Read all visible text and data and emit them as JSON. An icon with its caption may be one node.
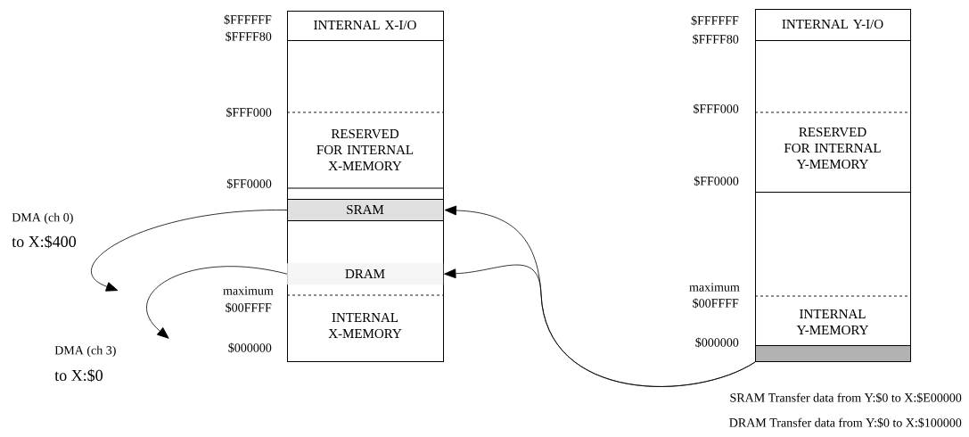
{
  "diagram": {
    "nodes": [
      {
        "text": [
          "INTERNAL X-I/O"
        ]
      },
      {
        "text": [
          "RESERVED FOR INTERNAL X-MEMORY"
        ]
      },
      {
        "text": [
          "SRAM"
        ]
      },
      {
        "text": [
          "INTERNAL X-MEMORY"
        ]
      },
      {
        "text": [
          "DRAM"
        ],
        "in": 3
      },
      {
        "text": [
          "INTERNAL Y-I/O"
        ]
      },
      {
        "text": [
          "RESERVED FOR INTERNAL Y-MEMORY"
        ]
      },
      {
        "text": [
          "INTERNAL Y-MEMORY"
        ]
      },
      {
        "text": [],
        "shape": "bar"
      }
    ],
    "edges": [
      {
        "from": 2,
        "to": null,
        "arrow": "to"
      },
      {
        "from": 4,
        "to": null,
        "arrow": "to"
      },
      {
        "from": 8,
        "to": 2,
        "arrow": "to"
      },
      {
        "from": 8,
        "to": 4,
        "arrow": "to"
      }
    ],
    "labels": [
      "$FFFFFF",
      "$FFFF80",
      "$FFF000",
      "$FF0000",
      "DMA (ch 0)",
      "to X:$400",
      "maximum",
      "$00FFFF",
      "$000000",
      "DMA (ch 3)",
      "to X:$0",
      "$FFFFFF",
      "$FFFF80",
      "$FFF000",
      "$FF0000",
      "maximum",
      "$00FFFF",
      "$000000",
      "SRAM Transfer data from Y:$0 to X:$E00000",
      "DRAM Transfer data from Y:$0 to X:$100000"
    ]
  }
}
